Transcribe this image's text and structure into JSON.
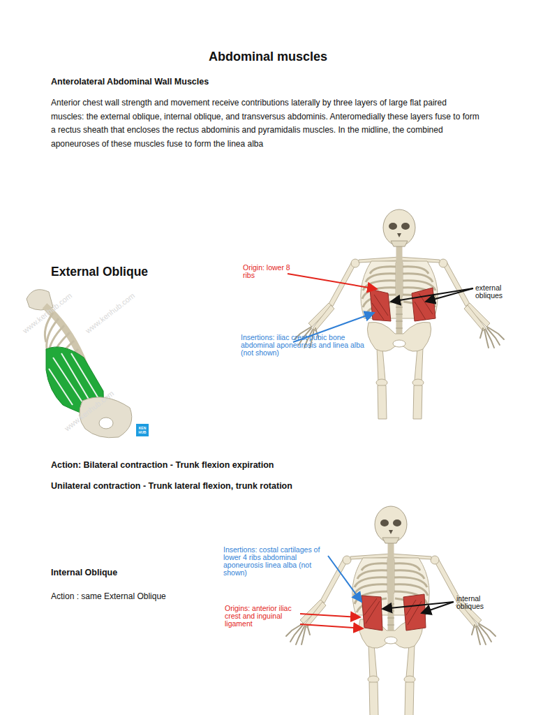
{
  "diagram": {
    "title": "Abdominal muscles",
    "labels": [
      "Anterolateral Abdominal Wall Muscles",
      "Anterior chest wall strength and movement receive contributions laterally by three layers of large flat paired muscles: the external oblique, internal oblique, and transversus abdominis. Anteromedially these layers fuse to form a rectus sheath that encloses the rectus abdominis and pyramidalis muscles. In the midline, the combined aponeuroses of these muscles fuse to form the linea alba",
      "www.kenhub.com",
      "www.kenhub.com",
      "www.kenhub.com",
      "External Oblique",
      "Origin: lower 8 ribs",
      "external obliques",
      "Insertions: iliac crest pubic bone abdominal aponeurosis and linea alba (not shown)",
      "KEN HUB",
      "Action: Bilateral contraction - Trunk flexion expiration",
      "Unilateral contraction - Trunk lateral flexion, trunk rotation",
      "Insertions: costal cartilages of lower 4 ribs abdominal aponeurosis linea alba (not shown)",
      "Internal Oblique",
      "internal obliques",
      "Origins: anterior iliac crest and inguinal ligament",
      "Action : same External Oblique"
    ]
  }
}
